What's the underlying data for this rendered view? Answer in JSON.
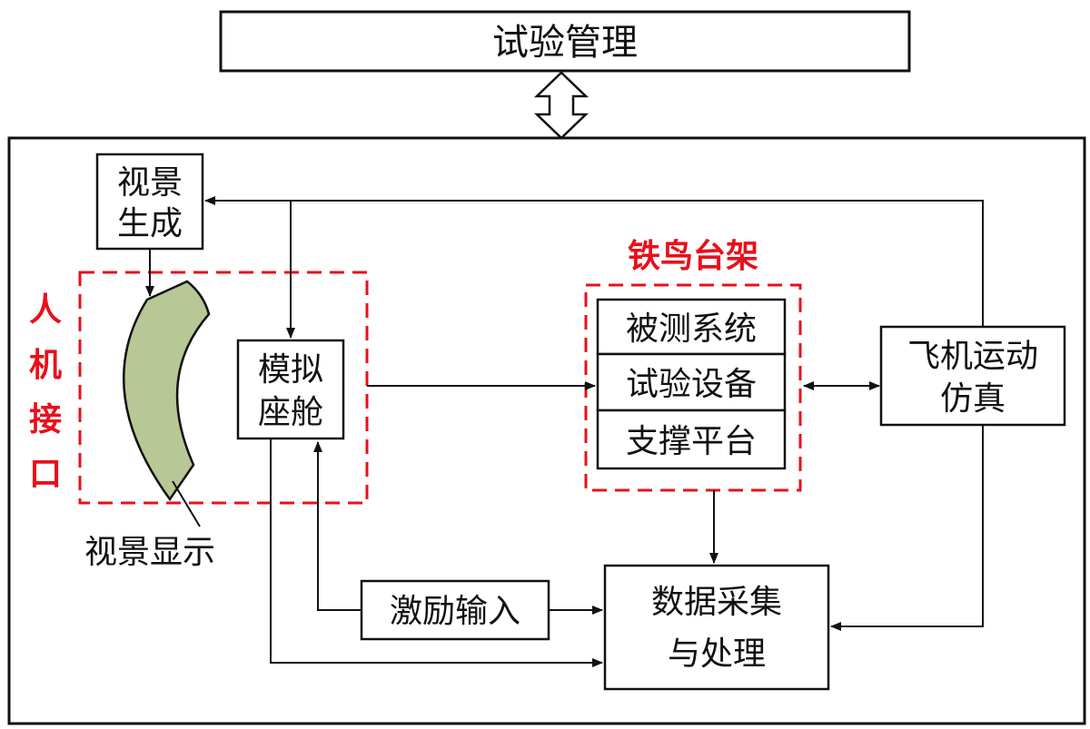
{
  "diagram": {
    "test_management": "试验管理",
    "visual_generation": [
      "视景",
      "生成"
    ],
    "hmi_label": [
      "人",
      "机",
      "接",
      "口"
    ],
    "visual_display": "视景显示",
    "sim_cockpit": [
      "模拟",
      "座舱"
    ],
    "iron_bird_label": "铁鸟台架",
    "iron_bird_rows": [
      "被测系统",
      "试验设备",
      "支撑平台"
    ],
    "flight_sim": [
      "飞机运动",
      "仿真"
    ],
    "excitation_input": "激励输入",
    "data_acq": [
      "数据采集",
      "与处理"
    ]
  },
  "colors": {
    "red_dashed": "#e8101a",
    "display_fill": "#b7c795",
    "line": "#111111"
  }
}
